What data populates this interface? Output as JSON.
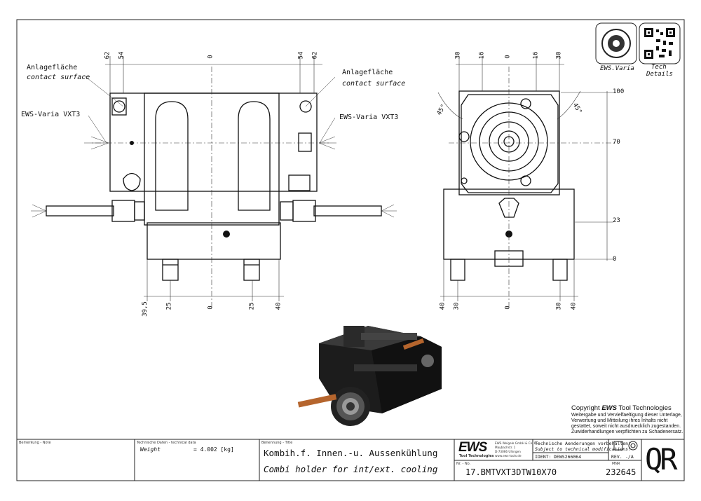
{
  "drawing": {
    "front_labels": {
      "contact_de": "Anlagefläche",
      "contact_en": "contact surface",
      "varia_left": "EWS-Varia VXT3",
      "varia_right": "EWS-Varia VXT3"
    },
    "front_dims_top": [
      "62",
      "54",
      "0",
      "54",
      "62"
    ],
    "front_dims_bottom": [
      "39,5",
      "25",
      "0",
      "25",
      "40"
    ],
    "side_dims_top": [
      "30",
      "16",
      "0",
      "16",
      "30"
    ],
    "side_dims_right": [
      "100",
      "70",
      "23",
      "0"
    ],
    "side_dims_bottom": [
      "40",
      "30",
      "0",
      "30",
      "40"
    ],
    "angles": [
      "45°",
      "45°"
    ],
    "badges": {
      "varia_label": "EWS.Varia",
      "tech_label_1": "Tech",
      "tech_label_2": "Details"
    },
    "copyright": {
      "heading": "Copyright",
      "brand": "EWS",
      "brand_rest": "Tool Technologies",
      "text": [
        "Weitergabe und Vervielfaeltigung dieser Unterlage,",
        "Verwertung und Mitteilung ihres Inhalts nicht",
        "gestattet, soweit nicht ausdruecklich zugestanden.",
        "Zuwiderhandlungen verpflichten zu Schadenersatz."
      ]
    }
  },
  "title_block": {
    "remark_header": "Bemerkung - Note",
    "techdata_header": "Technische Daten - technical data",
    "weight_label": "Weight",
    "weight_value": "= 4.002 [kg]",
    "title_header": "Benennung - Title",
    "title_de": "Kombih.f. Innen.-u. Aussenkühlung",
    "title_en": "Combi holder for int/ext. cooling",
    "logo": "EWS",
    "logo_sub": "Tool Technologies",
    "company_lines": [
      "EWS Weigele GmbH & Co. KG",
      "Maybachstr. 1",
      "D-73066 Uhingen",
      "www.ews-tools.de"
    ],
    "change_note_de": "Technische Aenderungen vorbehalten!",
    "change_note_en": "Subject to technical modifications!",
    "ident_label": "IDENT:",
    "ident_value": "DEWS266064",
    "rev_label": "REV.",
    "rev_value": "-/A",
    "nr_label": "Nr. - No.",
    "part_no": "17.BMTVXT3DTW10X70",
    "mnr_label": "MNR",
    "mnr_value": "232645",
    "qr": "QR"
  }
}
